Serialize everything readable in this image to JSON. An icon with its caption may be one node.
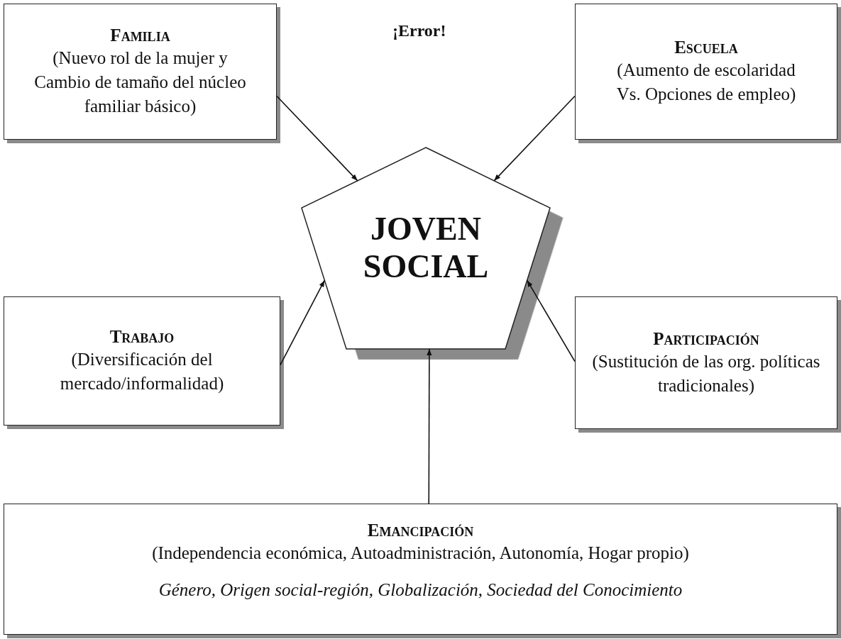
{
  "diagram": {
    "nodes": [
      {
        "text": [
          "Familia",
          "(Nuevo rol de la mujer y Cambio de tamaño del núcleo familiar básico)"
        ]
      },
      {
        "text": [
          "Escuela",
          "(Aumento de escolaridad Vs. Opciones de empleo)"
        ]
      },
      {
        "text": [
          "JOVEN SOCIAL"
        ]
      },
      {
        "text": [
          "Trabajo",
          "(Diversificación del mercado/informalidad)"
        ]
      },
      {
        "text": [
          "Participación",
          "(Sustitución de las org. políticas tradicionales)"
        ]
      },
      {
        "text": [
          "Emancipación",
          "(Independencia económica, Autoadministración, Autonomía, Hogar propio)",
          "Género, Origen social-región, Globalización, Sociedad del Conocimiento"
        ]
      }
    ],
    "edges": [
      {
        "from": 0,
        "to": 2,
        "arrow": "to"
      },
      {
        "from": 1,
        "to": 2,
        "arrow": "to"
      },
      {
        "from": 3,
        "to": 2,
        "arrow": "to"
      },
      {
        "from": 4,
        "to": 2,
        "arrow": "to"
      },
      {
        "from": 5,
        "to": 2,
        "arrow": "to"
      }
    ],
    "labels": [
      "¡Error!"
    ]
  }
}
